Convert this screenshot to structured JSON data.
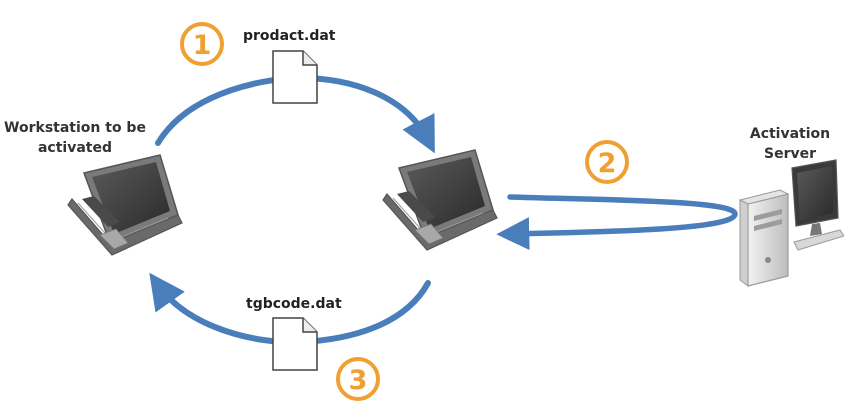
{
  "labels": {
    "workstation_line1": "Workstation to be",
    "workstation_line2": "activated",
    "server_line1": "Activation",
    "server_line2": "Server"
  },
  "files": {
    "request": "prodact.dat",
    "response": "tgbcode.dat"
  },
  "steps": [
    "1",
    "2",
    "3"
  ],
  "colors": {
    "arrow": "#4a7ebb",
    "step_badge": "#f0a030",
    "laptop_body": "#6a6a6a",
    "laptop_screen": "#3a3a3a"
  },
  "icons": {
    "workstation": "laptop-icon",
    "intermediate": "laptop-icon",
    "server": "desktop-tower-icon",
    "file": "document-icon"
  }
}
